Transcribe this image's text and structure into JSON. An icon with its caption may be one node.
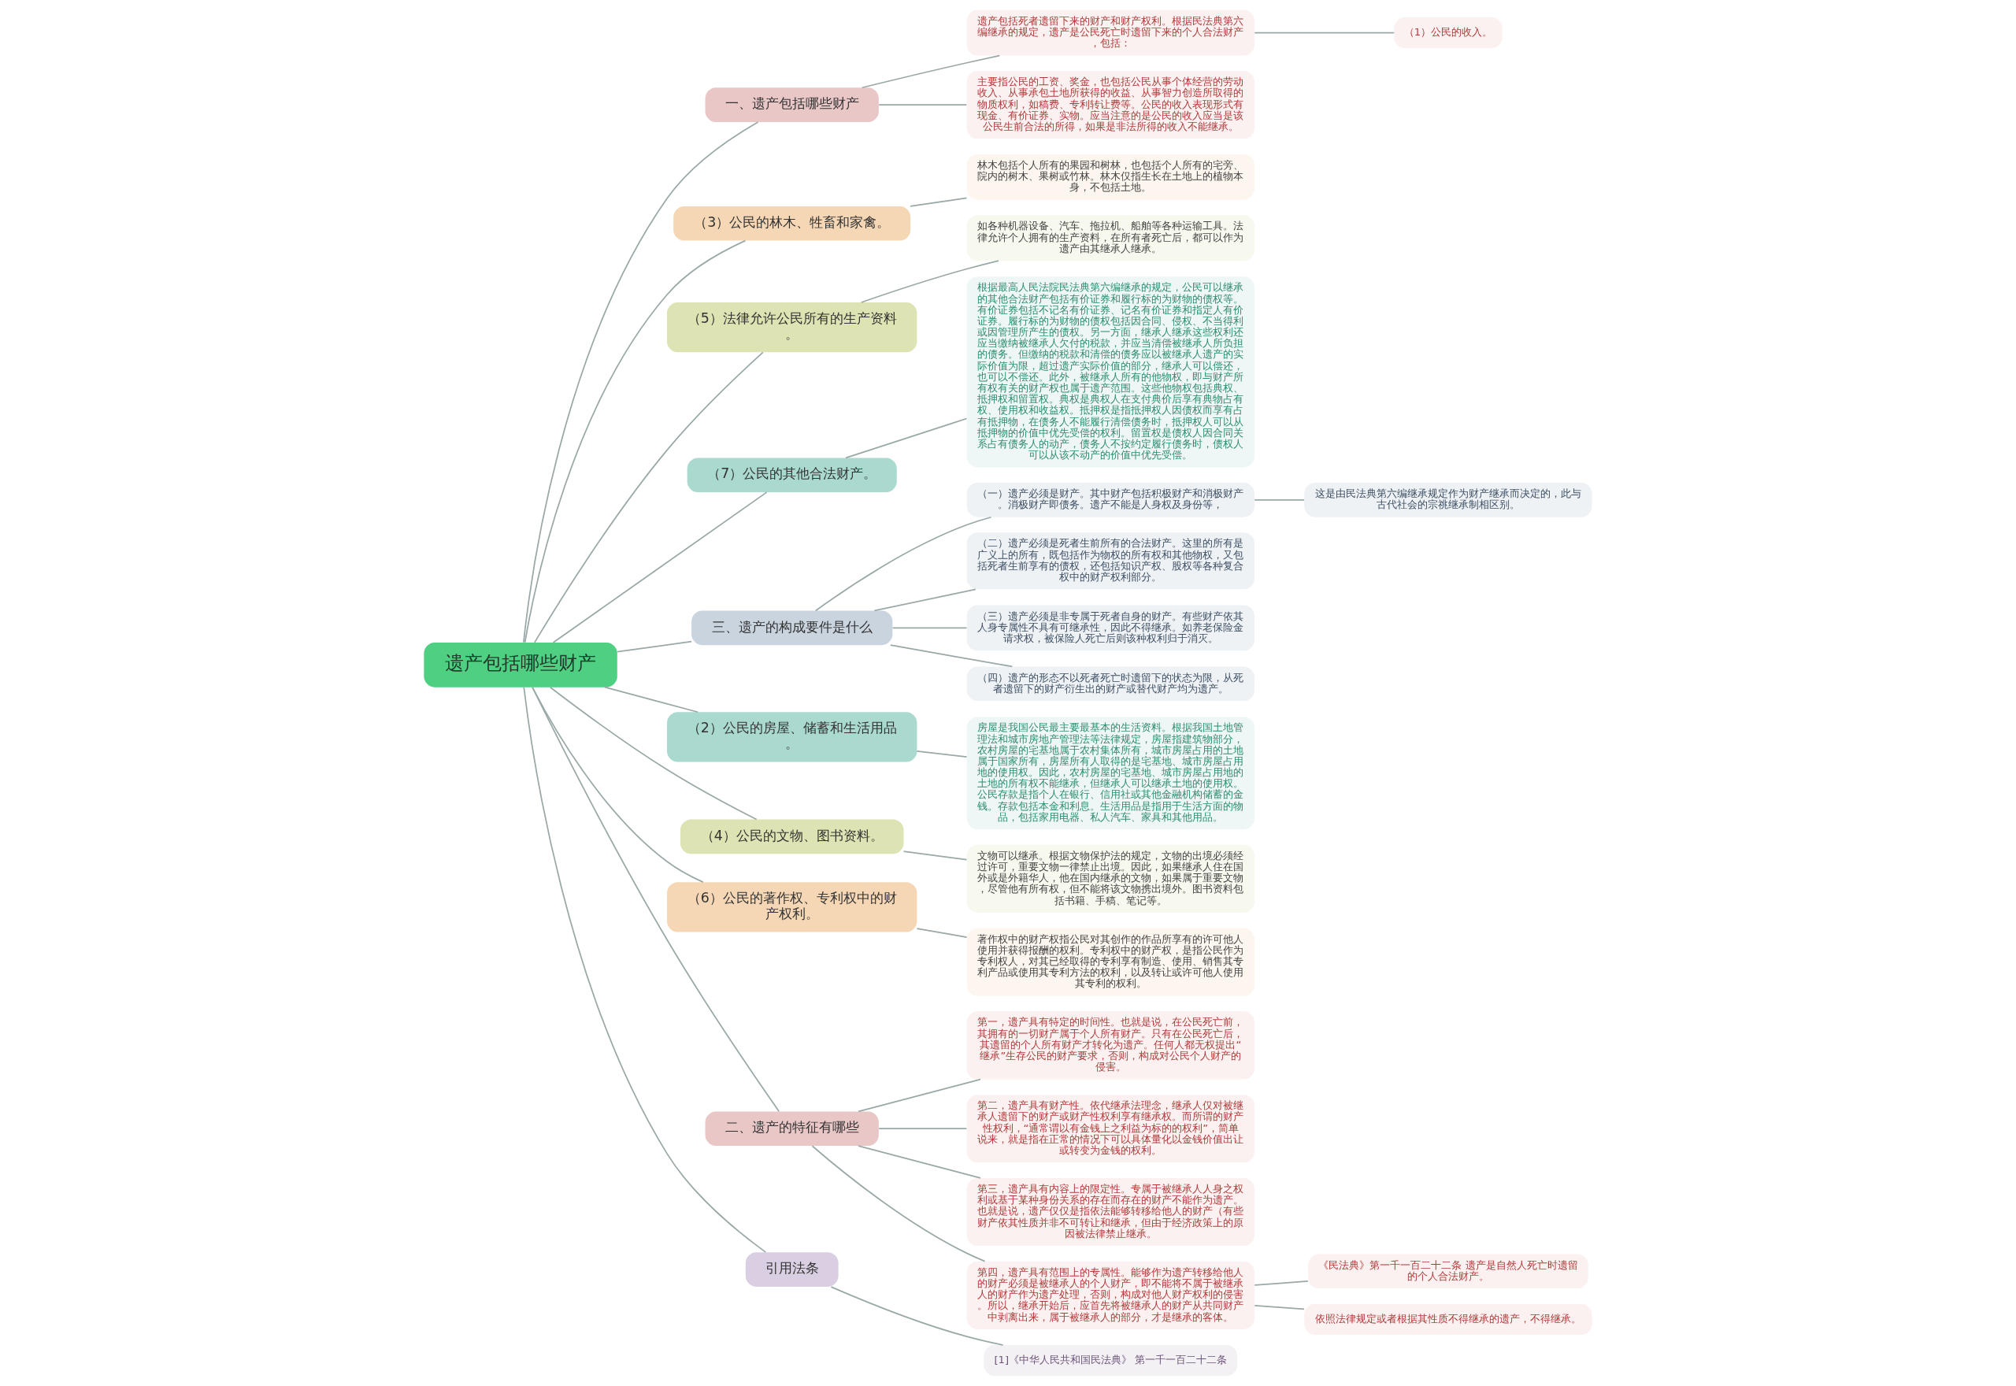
{
  "diagram": {
    "nodes": [
      {
        "text": [
          "遗产包括哪些财产"
        ]
      },
      {
        "text": [
          "一、遗产包括哪些财产"
        ]
      },
      {
        "text": [
          "遗产包括死者遗留下来的财产和财产权利。根据民法典第六编继承的规定，遗产是公民死亡时遗留下来的个人合法财产，包括："
        ]
      },
      {
        "text": [
          "（1）公民的收入。"
        ]
      },
      {
        "text": [
          "主要指公民的工资、奖金，也包括公民从事个体经营的劳动收入、从事承包土地所获得的收益、从事智力创造所取得的物质权利，如稿费、专利转让费等。公民的收入表现形式有现金、有价证券、实物。应当注意的是公民的收入应当是该公民生前合法的所得，如果是非法所得的收入不能继承。"
        ]
      },
      {
        "text": [
          "（3）公民的林木、牲畜和家禽。"
        ]
      },
      {
        "text": [
          "林木包括个人所有的果园和树林，也包括个人所有的宅旁、院内的树木、果树或竹林。林木仅指生长在土地上的植物本身，不包括土地。"
        ]
      },
      {
        "text": [
          "（5）法律允许公民所有的生产资料。"
        ]
      },
      {
        "text": [
          "如各种机器设备、汽车、拖拉机、船舶等各种运输工具。法律允许个人拥有的生产资料，在所有者死亡后，都可以作为遗产由其继承人继承。"
        ]
      },
      {
        "text": [
          "（7）公民的其他合法财产。"
        ]
      },
      {
        "text": [
          "根据最高人民法院民法典第六编继承的规定，公民可以继承的其他合法财产包括有价证券和履行标的为财物的债权等。有价证券包括不记名有价证券、记名有价证券和指定人有价证券。履行标的为财物的债权包括因合同、侵权、不当得利或因管理所产生的债权。另一方面，继承人继承这些权利还应当缴纳被继承人欠付的税款，并应当清偿被继承人所负担的债务。但缴纳的税款和清偿的债务应以被继承人遗产的实际价值为限，超过遗产实际价值的部分，继承人可以偿还，也可以不偿还。此外，被继承人所有的他物权，即与财产所有权有关的财产权也属于遗产范围。这些他物权包括典权、抵押权和留置权。典权是典权人在支付典价后享有典物占有权、使用权和收益权。抵押权是指抵押权人因债权而享有占有抵押物，在债务人不能履行清偿债务时，抵押权人可以从抵押物的价值中优先受偿的权利。留置权是债权人因合同关系占有债务人的动产，债务人不按约定履行债务时，债权人可以从该不动产的价值中优先受偿。"
        ]
      },
      {
        "text": [
          "三、遗产的构成要件是什么"
        ]
      },
      {
        "text": [
          "（一）遗产必须是财产。其中财产包括积极财产和消极财产。消极财产即债务。遗产不能是人身权及身份等，"
        ]
      },
      {
        "text": [
          "这是由民法典第六编继承规定作为财产继承而决定的，此与古代社会的宗祧继承制相区别。"
        ]
      },
      {
        "text": [
          "（二）遗产必须是死者生前所有的合法财产。这里的所有是广义上的所有，既包括作为物权的所有权和其他物权，又包括死者生前享有的债权，还包括知识产权、股权等各种复合权中的财产权利部分。"
        ]
      },
      {
        "text": [
          "（三）遗产必须是非专属于死者自身的财产。有些财产依其人身专属性不具有可继承性，因此不得继承。如养老保险金请求权，被保险人死亡后则该种权利归于消灭。"
        ]
      },
      {
        "text": [
          "（四）遗产的形态不以死者死亡时遗留下的状态为限，从死者遗留下的财产衍生出的财产或替代财产均为遗产。"
        ]
      },
      {
        "text": [
          "（2）公民的房屋、储蓄和生活用品。"
        ]
      },
      {
        "text": [
          "房屋是我国公民最主要最基本的生活资料。根据我国土地管理法和城市房地产管理法等法律规定，房屋指建筑物部分，农村房屋的宅基地属于农村集体所有，城市房屋占用的土地属于国家所有，房屋所有人取得的是宅基地、城市房屋占用地的使用权。因此，农村房屋的宅基地、城市房屋占用地的土地的所有权不能继承，但继承人可以继承土地的使用权。公民存款是指个人在银行、信用社或其他金融机构储蓄的金钱。存款包括本金和利息。生活用品是指用于生活方面的物品，包括家用电器、私人汽车、家具和其他用品。"
        ]
      },
      {
        "text": [
          "（4）公民的文物、图书资料。"
        ]
      },
      {
        "text": [
          "文物可以继承。根据文物保护法的规定，文物的出境必须经过许可，重要文物一律禁止出境。因此，如果继承人住在国外或是外籍华人，他在国内继承的文物，如果属于重要文物，尽管他有所有权，但不能将该文物携出境外。图书资料包括书籍、手稿、笔记等。"
        ]
      },
      {
        "text": [
          "（6）公民的著作权、专利权中的财产权利。"
        ]
      },
      {
        "text": [
          "著作权中的财产权指公民对其创作的作品所享有的许可他人使用并获得报酬的权利。专利权中的财产权，是指公民作为专利权人，对其已经取得的专利享有制造、使用、销售其专利产品或使用其专利方法的权利，以及转让或许可他人使用其专利的权利。"
        ]
      },
      {
        "text": [
          "二、遗产的特征有哪些"
        ]
      },
      {
        "text": [
          "第一，遗产具有特定的时间性。也就是说，在公民死亡前，其拥有的一切财产属于个人所有财产。只有在公民死亡后，其遗留的个人所有财产才转化为遗产。任何人都无权提出“继承”生存公民的财产要求，否则，构成对公民个人财产的侵害。"
        ]
      },
      {
        "text": [
          "第二，遗产具有财产性。依代继承法理念，继承人仅对被继承人遗留下的财产或财产性权利享有继承权。而所谓的财产性权利，“通常谓以有金钱上之利益为标的的权利”，简单说来，就是指在正常的情况下可以具体量化以金钱价值出让或转变为金钱的权利。"
        ]
      },
      {
        "text": [
          "第三，遗产具有内容上的限定性。专属于被继承人人身之权利或基于某种身份关系的存在而存在的财产不能作为遗产。也就是说，遗产仅仅是指依法能够转移给他人的财产（有些财产依其性质并非不可转让和继承，但由于经济政策上的原因被法律禁止继承。"
        ]
      },
      {
        "text": [
          "第四，遗产具有范围上的专属性。能够作为遗产转移给他人的财产必须是被继承人的个人财产，即不能将不属于被继承人的财产作为遗产处理，否则，构成对他人财产权利的侵害。所以，继承开始后，应首先将被继承人的财产从共同财产中剥离出来，属于被继承人的部分，才是继承的客体。"
        ]
      },
      {
        "text": [
          "《民法典》第一千一百二十二条 遗产是自然人死亡时遗留的个人合法财产。"
        ]
      },
      {
        "text": [
          "依照法律规定或者根据其性质不得继承的遗产，不得继承。"
        ]
      },
      {
        "text": [
          "引用法条"
        ]
      },
      {
        "text": [
          "[1]《中华人民共和国民法典》 第一千一百二十二条"
        ]
      }
    ],
    "edges": [
      {
        "from": 0,
        "to": 1,
        "arrow": "none"
      },
      {
        "from": 1,
        "to": 2,
        "arrow": "none"
      },
      {
        "from": 2,
        "to": 3,
        "arrow": "none"
      },
      {
        "from": 1,
        "to": 4,
        "arrow": "none"
      },
      {
        "from": 0,
        "to": 5,
        "arrow": "none"
      },
      {
        "from": 5,
        "to": 6,
        "arrow": "none"
      },
      {
        "from": 0,
        "to": 7,
        "arrow": "none"
      },
      {
        "from": 7,
        "to": 8,
        "arrow": "none"
      },
      {
        "from": 0,
        "to": 9,
        "arrow": "none"
      },
      {
        "from": 9,
        "to": 10,
        "arrow": "none"
      },
      {
        "from": 0,
        "to": 11,
        "arrow": "none"
      },
      {
        "from": 11,
        "to": 12,
        "arrow": "none"
      },
      {
        "from": 12,
        "to": 13,
        "arrow": "none"
      },
      {
        "from": 11,
        "to": 14,
        "arrow": "none"
      },
      {
        "from": 11,
        "to": 15,
        "arrow": "none"
      },
      {
        "from": 11,
        "to": 16,
        "arrow": "none"
      },
      {
        "from": 0,
        "to": 17,
        "arrow": "none"
      },
      {
        "from": 17,
        "to": 18,
        "arrow": "none"
      },
      {
        "from": 0,
        "to": 19,
        "arrow": "none"
      },
      {
        "from": 19,
        "to": 20,
        "arrow": "none"
      },
      {
        "from": 0,
        "to": 21,
        "arrow": "none"
      },
      {
        "from": 21,
        "to": 22,
        "arrow": "none"
      },
      {
        "from": 0,
        "to": 23,
        "arrow": "none"
      },
      {
        "from": 23,
        "to": 24,
        "arrow": "none"
      },
      {
        "from": 23,
        "to": 25,
        "arrow": "none"
      },
      {
        "from": 23,
        "to": 26,
        "arrow": "none"
      },
      {
        "from": 23,
        "to": 27,
        "arrow": "none"
      },
      {
        "from": 27,
        "to": 28,
        "arrow": "none"
      },
      {
        "from": 27,
        "to": 29,
        "arrow": "none"
      },
      {
        "from": 0,
        "to": 30,
        "arrow": "none"
      },
      {
        "from": 30,
        "to": 31,
        "arrow": "none"
      }
    ]
  }
}
